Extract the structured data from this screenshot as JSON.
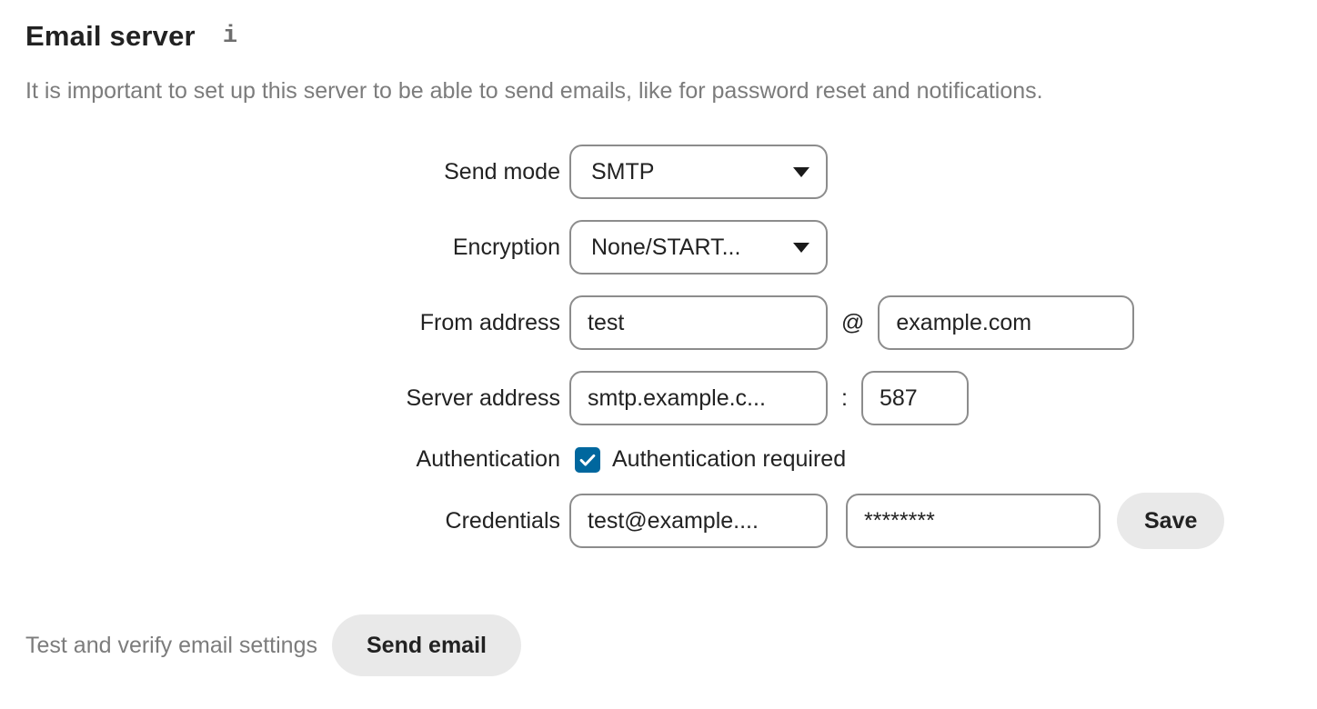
{
  "page": {
    "title": "Email server",
    "info_icon": "i",
    "description": "It is important to set up this server to be able to send emails, like for password reset and notifications."
  },
  "form": {
    "send_mode": {
      "label": "Send mode",
      "value": "SMTP"
    },
    "encryption": {
      "label": "Encryption",
      "value": "None/START..."
    },
    "from_address": {
      "label": "From address",
      "user_value": "test",
      "separator": "@",
      "domain_value": "example.com"
    },
    "server_address": {
      "label": "Server address",
      "host_value": "smtp.example.c...",
      "separator": ":",
      "port_value": "587"
    },
    "authentication": {
      "label": "Authentication",
      "checkbox_label": "Authentication required",
      "checked": true
    },
    "credentials": {
      "label": "Credentials",
      "user_value": "test@example....",
      "password_value": "********",
      "save_label": "Save"
    }
  },
  "test": {
    "label": "Test and verify email settings",
    "button_label": "Send email"
  },
  "colors": {
    "checkbox_blue": "#00679e",
    "input_border": "#8c8c8c",
    "button_bg": "#e9e9e9",
    "text": "#222222",
    "muted_text": "#7c7c7c"
  }
}
